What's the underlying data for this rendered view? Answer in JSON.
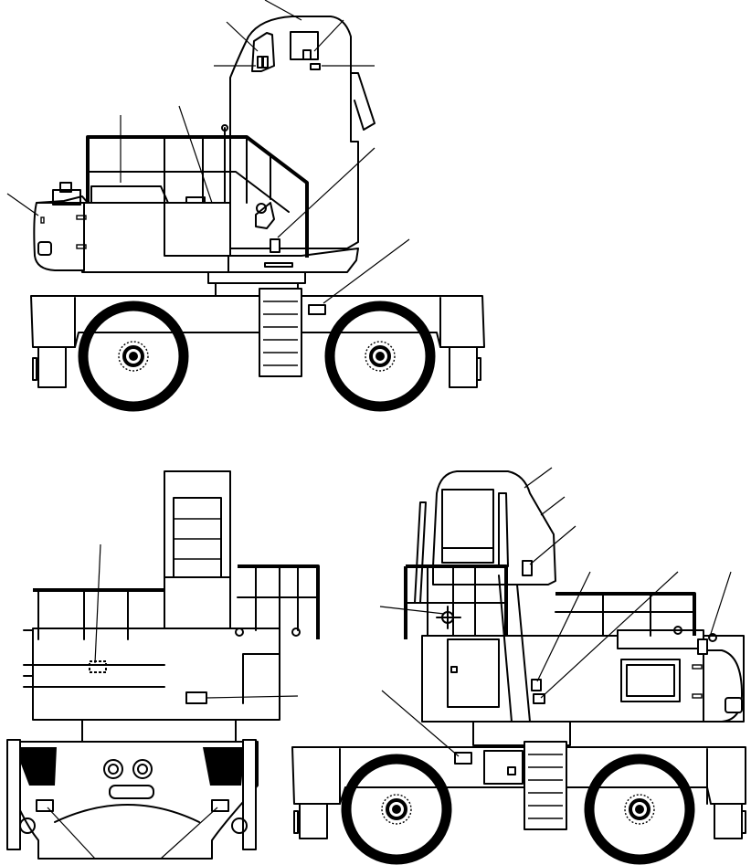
{
  "figure": {
    "views": [
      {
        "id": "side-view-left"
      },
      {
        "id": "rear-view"
      },
      {
        "id": "side-view-right"
      }
    ],
    "colors": {
      "line": "#000000",
      "background": "#ffffff"
    }
  }
}
